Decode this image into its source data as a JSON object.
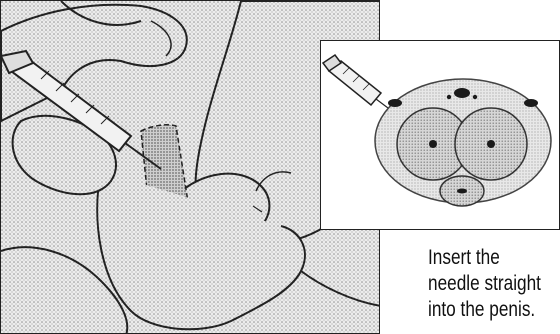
{
  "caption": {
    "line1": "Insert the",
    "line2": "needle straight",
    "line3": "into the penis."
  },
  "colors": {
    "outline": "#222222",
    "stipple": "#9a9a9a",
    "background": "#ffffff",
    "tissue_light": "#e3e3e3",
    "tissue_mid": "#bdbdbd",
    "dark_spot": "#1a1a1a"
  },
  "illustration": {
    "main": "hand-holding-syringe-injection-illustration",
    "inset": "penis-cross-section-with-needle-illustration"
  }
}
